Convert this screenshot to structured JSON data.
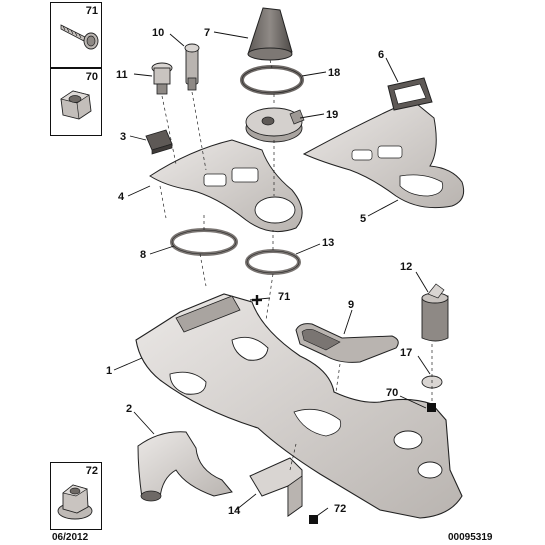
{
  "inset_boxes": [
    {
      "id": "box-71",
      "number": "71",
      "icon": "screw-icon"
    },
    {
      "id": "box-70",
      "number": "70",
      "icon": "nut-icon"
    },
    {
      "id": "box-72",
      "number": "72",
      "icon": "flange-nut-icon"
    }
  ],
  "callouts": {
    "c7": "7",
    "c10": "10",
    "c6": "6",
    "c11": "11",
    "c18": "18",
    "c19": "19",
    "c3": "3",
    "c4": "4",
    "c5": "5",
    "c8": "8",
    "c13": "13",
    "c12": "12",
    "c71": "71",
    "c9": "9",
    "c1": "1",
    "c17": "17",
    "c70": "70",
    "c2": "2",
    "c14": "14",
    "c72": "72"
  },
  "footer": {
    "date": "06/2012",
    "reference": "00095319"
  },
  "colors": {
    "part_fill": "#d9d5d2",
    "part_dark": "#6e6966",
    "outline": "#1a1a1a"
  }
}
